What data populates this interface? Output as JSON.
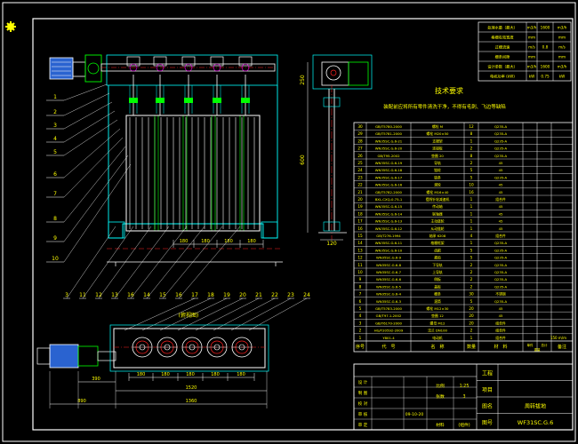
{
  "colors": {
    "background": "#000000",
    "frame": "#ffffff",
    "machine": "#ffffff",
    "green": "#00ff00",
    "cyan": "#00ffff",
    "red": "#ff2020",
    "yellow": "#ffff00",
    "blue": "#2a63d0",
    "magenta": "#ff00ff"
  },
  "corner_icon": "gear-icon",
  "spec_table": {
    "rows": [
      {
        "name": "处理水量（最大）",
        "unit": "m3/h",
        "v1": "1600",
        "v2": "m3/h"
      },
      {
        "name": "格栅有效宽度",
        "unit": "mm",
        "v1": "",
        "v2": "mm"
      },
      {
        "name": "过栅流速",
        "unit": "m/s",
        "v1": "0.8",
        "v2": "m/s"
      },
      {
        "name": "栅条间隙",
        "unit": "mm",
        "v1": "",
        "v2": "mm"
      },
      {
        "name": "设计参数（最大）",
        "unit": "m3/h",
        "v1": "1600",
        "v2": "m3/h"
      },
      {
        "name": "电机功率 (kW)",
        "unit": "kW",
        "v1": "0.75",
        "v2": "kW"
      }
    ]
  },
  "tech_title": "技术要求",
  "tech_note": "装配前应将所有零件清洗干净，不得有毛刺、飞边等缺陷",
  "elevation_dims": {
    "cell_width": "180",
    "base_width": "120",
    "side_height": "250",
    "side_total": "600"
  },
  "bom_rows": [
    {
      "no": "30",
      "code": "GB/T5780-2000",
      "name": "螺栓 M",
      "qty": "12",
      "material": "Q235-A"
    },
    {
      "no": "29",
      "code": "GB/T5781-2000",
      "name": "螺栓 M20×50",
      "qty": "8",
      "material": "Q235-A"
    },
    {
      "no": "28",
      "code": "WN35SC.G.6-21",
      "name": "支撑架",
      "qty": "1",
      "material": "Q235-A"
    },
    {
      "no": "27",
      "code": "WN35SC.G.6-20",
      "name": "连接板",
      "qty": "2",
      "material": "Q235-A"
    },
    {
      "no": "26",
      "code": "GB/T95-2002",
      "name": "垫圈 20",
      "qty": "8",
      "material": "Q235-A"
    },
    {
      "no": "25",
      "code": "WN35SC.G.6-19",
      "name": "导轨",
      "qty": "2",
      "material": "45"
    },
    {
      "no": "24",
      "code": "WN35SC.G.6-18",
      "name": "链轮",
      "qty": "5",
      "material": "45"
    },
    {
      "no": "23",
      "code": "WN35SC.G.6-17",
      "name": "链条",
      "qty": "5",
      "material": "Q235-A"
    },
    {
      "no": "22",
      "code": "WN35SC.G.6-16",
      "name": "滚轮",
      "qty": "10",
      "material": "45"
    },
    {
      "no": "21",
      "code": "GB/T5782-2000",
      "name": "螺栓 M16×40",
      "qty": "16",
      "material": "45"
    },
    {
      "no": "20",
      "code": "BXL-CXQ-0.75-1",
      "name": "摆线针轮减速机",
      "qty": "1",
      "material": "组合件"
    },
    {
      "no": "19",
      "code": "WN35SC.G.6-15",
      "name": "传动轴",
      "qty": "1",
      "material": "45"
    },
    {
      "no": "18",
      "code": "WN35SC.G.6-14",
      "name": "联轴器",
      "qty": "1",
      "material": "45"
    },
    {
      "no": "17",
      "code": "WN35SC.G.6-13",
      "name": "主动链轮",
      "qty": "1",
      "material": "45"
    },
    {
      "no": "16",
      "code": "WN35SC.G.6-12",
      "name": "从动链轮",
      "qty": "1",
      "material": "45"
    },
    {
      "no": "15",
      "code": "GB/T276-1994",
      "name": "轴承 6208",
      "qty": "4",
      "material": "组合件"
    },
    {
      "no": "14",
      "code": "WN35SC.G.6-11",
      "name": "格栅框架",
      "qty": "1",
      "material": "Q235-A"
    },
    {
      "no": "13",
      "code": "WN35SC.G.6-10",
      "name": "齿耙",
      "qty": "5",
      "material": "Q235-A"
    },
    {
      "no": "12",
      "code": "WN35SC.G.6-9",
      "name": "耙齿",
      "qty": "5",
      "material": "Q235-A"
    },
    {
      "no": "11",
      "code": "WN35SC.G.6-8",
      "name": "下导轨",
      "qty": "2",
      "material": "Q235-A"
    },
    {
      "no": "10",
      "code": "WN35SC.G.6-7",
      "name": "上导轨",
      "qty": "2",
      "material": "Q235-A"
    },
    {
      "no": "9",
      "code": "WN35SC.G.6-6",
      "name": "侧板",
      "qty": "2",
      "material": "Q235-A"
    },
    {
      "no": "8",
      "code": "WN35SC.G.6-5",
      "name": "盖板",
      "qty": "2",
      "material": "Q235-A"
    },
    {
      "no": "7",
      "code": "WN35SC.G.6-4",
      "name": "栅条",
      "qty": "30",
      "material": "不锈钢"
    },
    {
      "no": "6",
      "code": "WN35SC.G.6-3",
      "name": "滚筒",
      "qty": "5",
      "material": "Q235-A"
    },
    {
      "no": "5",
      "code": "GB/T5783-2000",
      "name": "螺栓 M12×30",
      "qty": "20",
      "material": "45"
    },
    {
      "no": "4",
      "code": "GB/T97.1-2002",
      "name": "垫圈 12",
      "qty": "20",
      "material": "45"
    },
    {
      "no": "3",
      "code": "GB/T6170-2000",
      "name": "螺母 M12",
      "qty": "20",
      "material": "组合件"
    },
    {
      "no": "2",
      "code": "HG/T20592-2009",
      "name": "法兰 DN100",
      "qty": "2",
      "material": "组合件"
    },
    {
      "no": "1",
      "code": "Y801-4",
      "name": "电动机",
      "qty": "1",
      "material": "组合件"
    }
  ],
  "bom_header": {
    "no": "序号",
    "code": "代　号",
    "name": "名　称",
    "qty": "数量",
    "material": "材　料",
    "unit_weight": "单件",
    "total_weight": "总计",
    "weight": "重量",
    "note": "备注"
  },
  "title_block": {
    "r1_col2": "工程",
    "r2_col2": "项目",
    "r3_col2": "图名",
    "r3_value": "周转拔地",
    "r4_col2": "图号",
    "drawing_no": "WF31SC.G.6",
    "left_labels": [
      "设 计",
      "制 图",
      "校 对",
      "审 核",
      "审 定"
    ],
    "scale_label": "比例",
    "scale": "1:25",
    "sheet_label": "张数",
    "sheet": "3",
    "date_label": "日期",
    "assembly_label": "材料",
    "assembly_value": "(组件)",
    "date_value": "09-10-20"
  },
  "balloons_left": [
    "1",
    "2",
    "3",
    "4",
    "5",
    "6",
    "7",
    "8",
    "9",
    "10"
  ],
  "balloons_bottom": [
    "3",
    "11",
    "12",
    "13",
    "16",
    "14",
    "15",
    "16",
    "17",
    "18",
    "19",
    "20",
    "21",
    "22",
    "23",
    "24"
  ],
  "plan_label": "(俯视图)",
  "plan_dims": {
    "left": "390",
    "center": "1520",
    "total": "1360",
    "far_left": "890",
    "segments": [
      "180",
      "180",
      "180",
      "180",
      "180"
    ]
  },
  "main_dims": {
    "segments": [
      "180",
      "180",
      "180",
      "180"
    ]
  },
  "side_dim_vertical": "600",
  "side_dim_upper": "250",
  "bom_note": "150 m/m"
}
